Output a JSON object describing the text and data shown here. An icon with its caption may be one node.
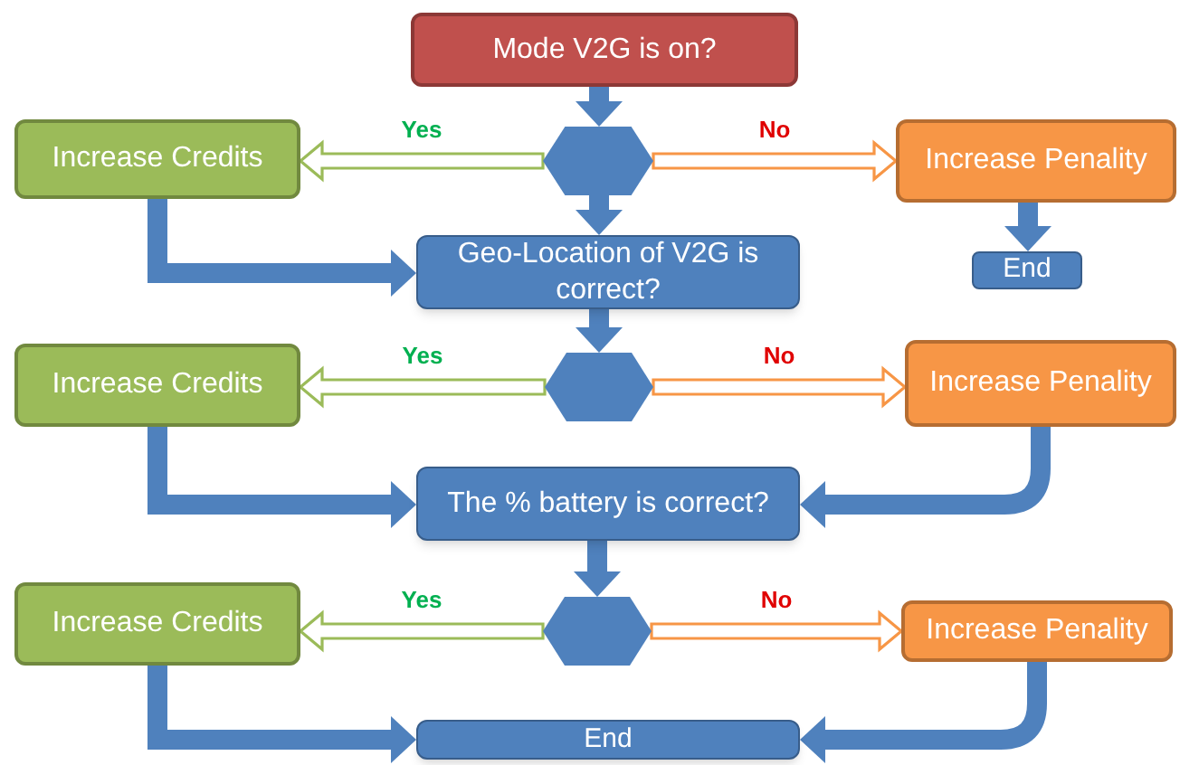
{
  "diagram": {
    "nodes": [
      {
        "text": [
          "Mode V2G is on?"
        ]
      },
      {
        "text": [],
        "shape": "hexagon"
      },
      {
        "text": [
          "Increase Credits"
        ]
      },
      {
        "text": [
          "Increase Penality"
        ]
      },
      {
        "text": [
          "End"
        ]
      },
      {
        "text": [
          "Geo-Location of V2G is correct?"
        ]
      },
      {
        "text": [],
        "shape": "hexagon"
      },
      {
        "text": [
          "Increase Credits"
        ]
      },
      {
        "text": [
          "Increase Penality"
        ]
      },
      {
        "text": [
          "The % battery is correct?"
        ]
      },
      {
        "text": [],
        "shape": "hexagon"
      },
      {
        "text": [
          "Increase Credits"
        ]
      },
      {
        "text": [
          "Increase Penality"
        ]
      },
      {
        "text": [
          "End"
        ]
      }
    ],
    "edges": [
      {
        "from": 0,
        "to": 1,
        "arrow": "to"
      },
      {
        "from": 1,
        "to": 2,
        "arrow": "to",
        "label": "Yes",
        "color": "#9bbb59"
      },
      {
        "from": 1,
        "to": 3,
        "arrow": "to",
        "label": "No",
        "color": "#f79646"
      },
      {
        "from": 3,
        "to": 4,
        "arrow": "to"
      },
      {
        "from": 1,
        "to": 5,
        "arrow": "to"
      },
      {
        "from": 2,
        "to": 5,
        "arrow": "to"
      },
      {
        "from": 5,
        "to": 6,
        "arrow": "to"
      },
      {
        "from": 6,
        "to": 7,
        "arrow": "to",
        "label": "Yes",
        "color": "#9bbb59"
      },
      {
        "from": 6,
        "to": 8,
        "arrow": "to",
        "label": "No",
        "color": "#f79646"
      },
      {
        "from": 7,
        "to": 9,
        "arrow": "to"
      },
      {
        "from": 8,
        "to": 9,
        "arrow": "to"
      },
      {
        "from": 9,
        "to": 10,
        "arrow": "to"
      },
      {
        "from": 10,
        "to": 11,
        "arrow": "to",
        "label": "Yes",
        "color": "#9bbb59"
      },
      {
        "from": 10,
        "to": 12,
        "arrow": "to",
        "label": "No",
        "color": "#f79646"
      },
      {
        "from": 11,
        "to": 13,
        "arrow": "to"
      },
      {
        "from": 12,
        "to": 13,
        "arrow": "to"
      }
    ]
  }
}
